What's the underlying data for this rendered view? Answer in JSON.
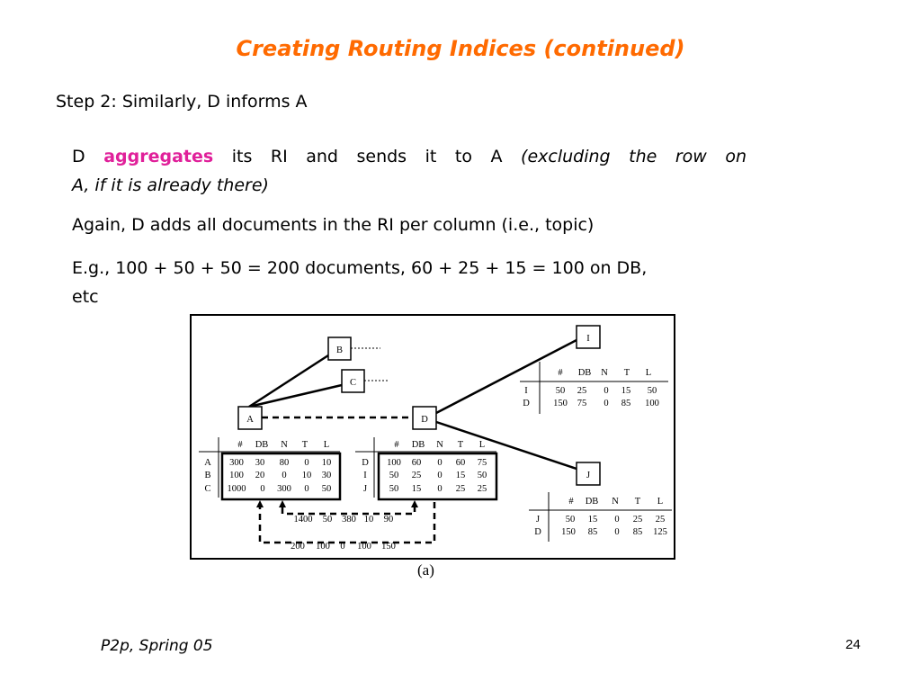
{
  "title": "Creating Routing Indices (continued)",
  "step": "Step 2: Similarly, D informs A",
  "bullets": {
    "b1_prefix": "D",
    "b1_keyword": "aggregates",
    "b1_mid": "its RI and sends it to A",
    "b1_italic_line1": "(excluding the row on",
    "b1_italic_line2": "A, if it is already there)",
    "b2": "Again, D adds all documents in the RI per column (i.e., topic)",
    "b3_line1": "E.g., 100 + 50 + 50 = 200 documents, 60 + 25 + 15 = 100 on DB,",
    "b3_line2": "etc"
  },
  "figure": {
    "caption": "(a)",
    "nodes": {
      "A": "A",
      "B": "B",
      "C": "C",
      "D": "D",
      "I": "I",
      "J": "J"
    },
    "header": [
      "#",
      "DB",
      "N",
      "T",
      "L"
    ],
    "table_A": {
      "rows": [
        {
          "label": "A",
          "values": [
            "300",
            "30",
            "80",
            "0",
            "10"
          ]
        },
        {
          "label": "B",
          "values": [
            "100",
            "20",
            "0",
            "10",
            "30"
          ]
        },
        {
          "label": "C",
          "values": [
            "1000",
            "0",
            "300",
            "0",
            "50"
          ]
        }
      ]
    },
    "table_D": {
      "rows": [
        {
          "label": "D",
          "values": [
            "100",
            "60",
            "0",
            "60",
            "75"
          ]
        },
        {
          "label": "I",
          "values": [
            "50",
            "25",
            "0",
            "15",
            "50"
          ]
        },
        {
          "label": "J",
          "values": [
            "50",
            "15",
            "0",
            "25",
            "25"
          ]
        }
      ]
    },
    "table_I": {
      "rows": [
        {
          "label": "I",
          "values": [
            "50",
            "25",
            "0",
            "15",
            "50"
          ]
        },
        {
          "label": "D",
          "values": [
            "150",
            "75",
            "0",
            "85",
            "100"
          ]
        }
      ]
    },
    "table_J": {
      "rows": [
        {
          "label": "J",
          "values": [
            "50",
            "15",
            "0",
            "25",
            "25"
          ]
        },
        {
          "label": "D",
          "values": [
            "150",
            "85",
            "0",
            "85",
            "125"
          ]
        }
      ]
    },
    "msg_upper": [
      "1400",
      "50",
      "380",
      "10",
      "90"
    ],
    "msg_lower": [
      "200",
      "100",
      "0",
      "100",
      "150"
    ]
  },
  "footer": {
    "left": "P2p, Spring 05",
    "page": "24"
  }
}
